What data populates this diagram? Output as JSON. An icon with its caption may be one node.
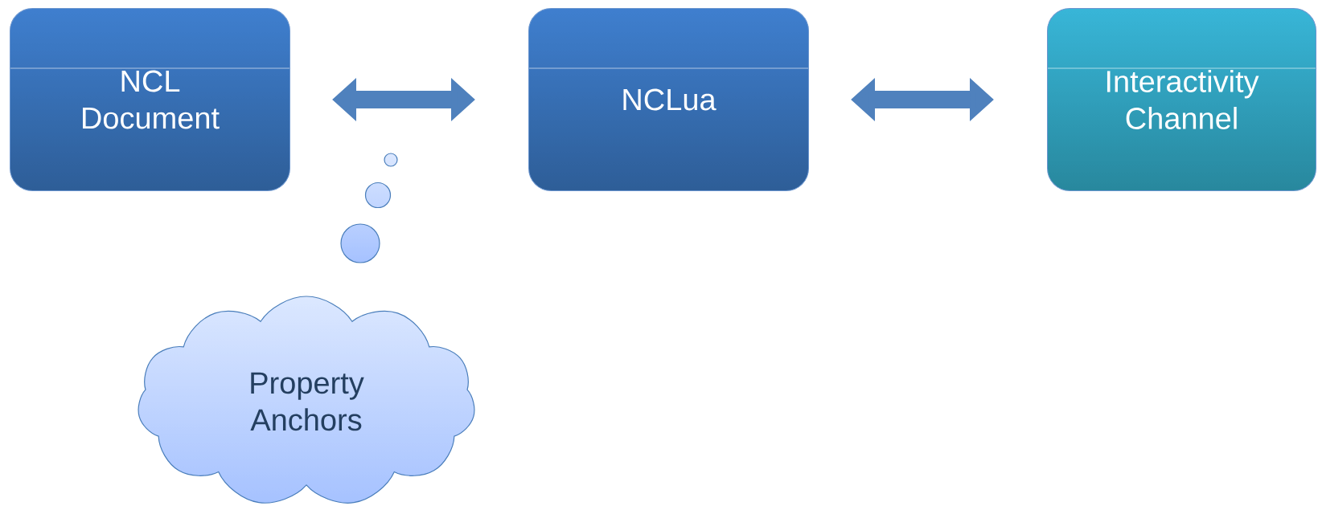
{
  "diagram": {
    "nodes": [
      {
        "text": [
          "NCL Document"
        ]
      },
      {
        "text": [
          "NCLua"
        ]
      },
      {
        "text": [
          "Interactivity Channel"
        ]
      },
      {
        "text": [
          "Property Anchors"
        ]
      }
    ],
    "edges": [
      {
        "from": 0,
        "to": 1,
        "arrow": "both"
      },
      {
        "from": 1,
        "to": 2,
        "arrow": "both"
      }
    ]
  }
}
